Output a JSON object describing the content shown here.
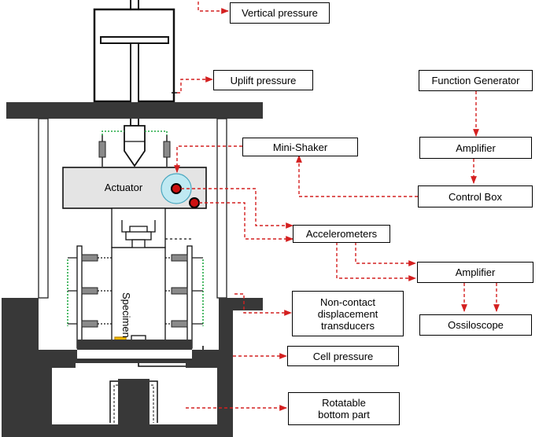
{
  "labels": {
    "vertical_pressure": "Vertical pressure",
    "uplift_pressure": "Uplift pressure",
    "mini_shaker": "Mini-Shaker",
    "actuator": "Actuator",
    "specimen": "Specimen",
    "accelerometers": "Accelerometers",
    "non_contact": [
      "Non-contact",
      "displacement",
      "transducers"
    ],
    "cell_pressure": "Cell pressure",
    "rotatable": [
      "Rotatable",
      "bottom part"
    ],
    "function_generator": "Function Generator",
    "amplifier_top": "Amplifier",
    "control_box": "Control Box",
    "amplifier_right": "Amplifier",
    "ossiloscope": "Ossiloscope"
  },
  "colors": {
    "frame": "#383838",
    "arrow": "#d42020",
    "actuator_fill": "#e4e4e4",
    "shaker_fill": "#bfe9f2",
    "sensor_fill": "#cc1111",
    "wire": "#22aa44",
    "pad": "#f2b800",
    "transducer": "#8a8a8a"
  }
}
